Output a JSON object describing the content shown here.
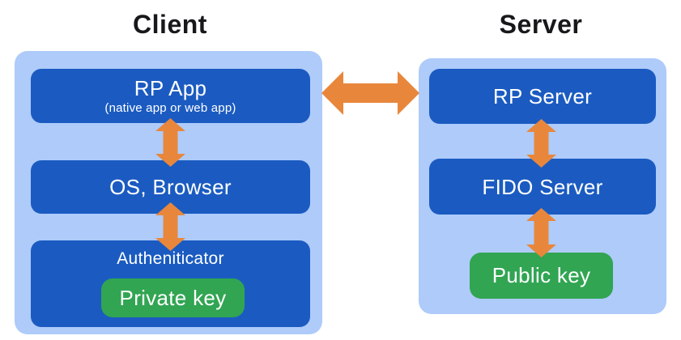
{
  "titles": {
    "client": "Client",
    "server": "Server"
  },
  "client": {
    "rp_app": {
      "label": "RP App",
      "sublabel": "(native app or web app)"
    },
    "os_browser": {
      "label": "OS, Browser"
    },
    "authenticator": {
      "label": "Autheniticator",
      "key_label": "Private key"
    }
  },
  "server": {
    "rp_server": {
      "label": "RP Server"
    },
    "fido_server": {
      "label": "FIDO Server"
    },
    "public_key": {
      "label": "Public key"
    }
  },
  "icons": {
    "client_server_arrow": "horizontal double-headed arrow",
    "rp_app_os_arrow": "vertical double-headed arrow",
    "os_authenticator_arrow": "vertical double-headed arrow",
    "rp_server_fido_arrow": "vertical double-headed arrow",
    "fido_public_key_arrow": "vertical double-headed arrow"
  },
  "colors": {
    "panel-blue": "#aecbfa",
    "box-blue": "#1b5bc1",
    "key-green": "#31a552",
    "arrow-orange": "#e8873c",
    "title-black": "#17181a",
    "text-white": "#ffffff"
  }
}
